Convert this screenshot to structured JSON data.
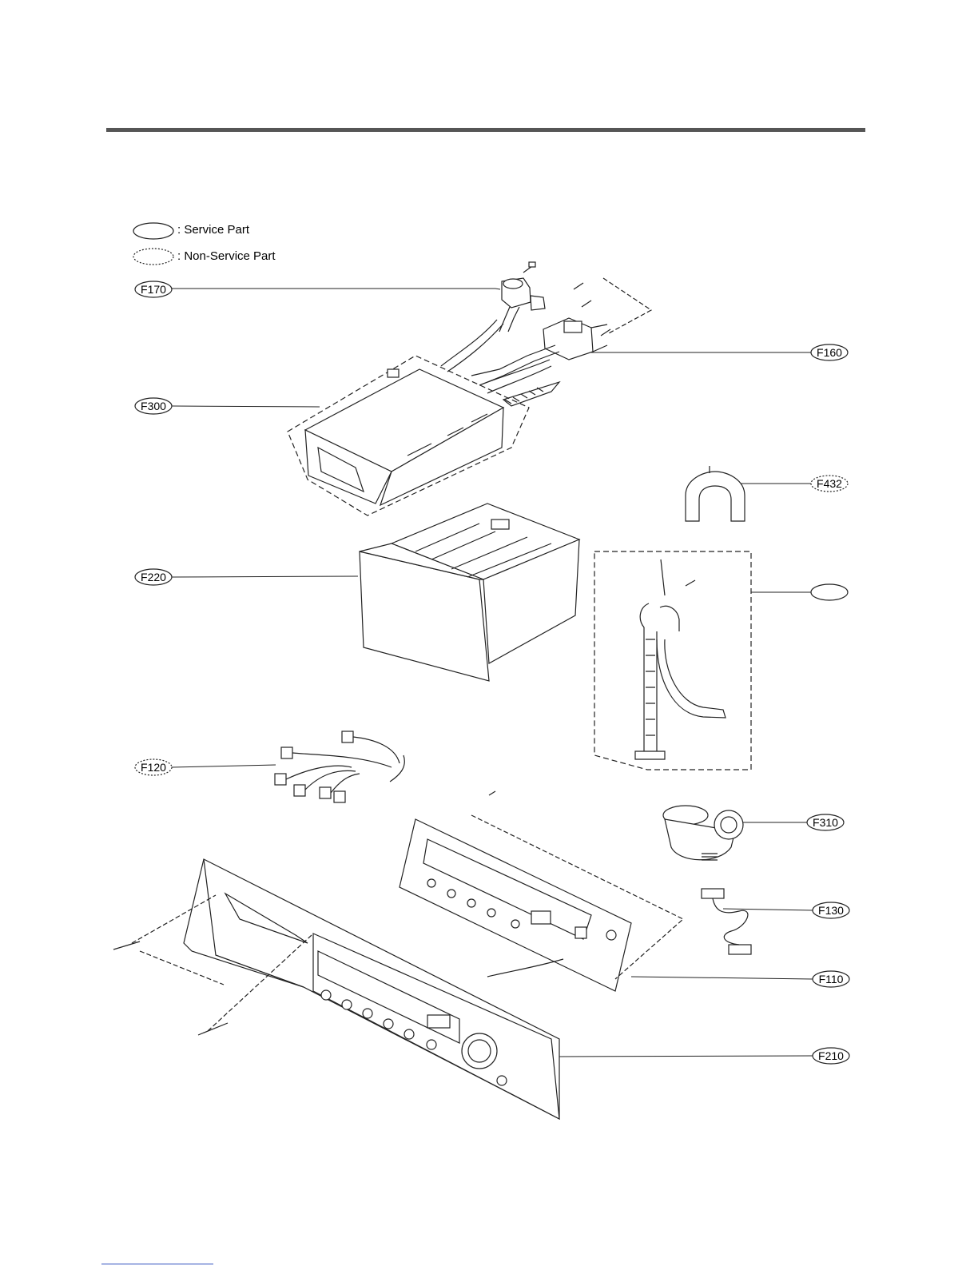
{
  "page": {
    "rule_color": "#555555",
    "line_color": "#222222",
    "footer_rule_color": "#2f4fbf"
  },
  "legend": {
    "service_label": ": Service Part",
    "non_service_label": ": Non-Service Part"
  },
  "callouts": [
    {
      "code": "F170",
      "style": "service"
    },
    {
      "code": "F160",
      "style": "service"
    },
    {
      "code": "F300",
      "style": "service"
    },
    {
      "code": "F432",
      "style": "non-service"
    },
    {
      "code": "F220",
      "style": "service"
    },
    {
      "code": "",
      "style": "service"
    },
    {
      "code": "F120",
      "style": "non-service"
    },
    {
      "code": "F310",
      "style": "service"
    },
    {
      "code": "F130",
      "style": "service"
    },
    {
      "code": "F110",
      "style": "service"
    },
    {
      "code": "F210",
      "style": "service"
    }
  ]
}
